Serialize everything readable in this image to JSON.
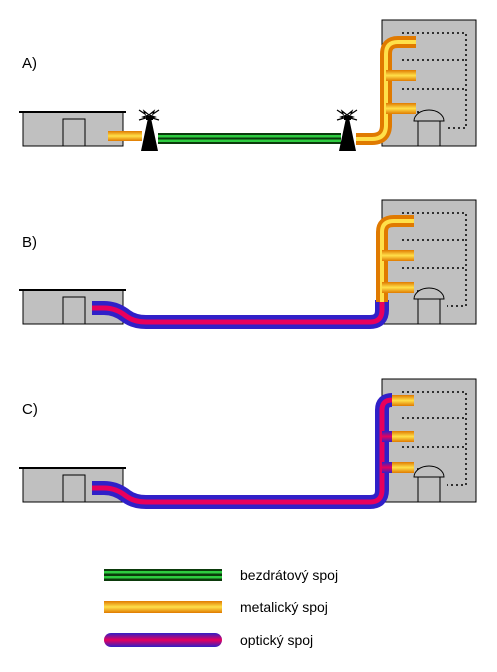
{
  "panels": [
    {
      "label": "A)"
    },
    {
      "label": "B)"
    },
    {
      "label": "C)"
    }
  ],
  "legend": [
    {
      "label": "bezdrátový spoj",
      "kind": "wireless"
    },
    {
      "label": "metalický spoj",
      "kind": "metallic"
    },
    {
      "label": "optický spoj",
      "kind": "optical"
    }
  ],
  "colors": {
    "building_fill": "#c0c0c0",
    "wireless": [
      "#0a3d0a",
      "#2ecc40",
      "#0a3d0a"
    ],
    "metallic": [
      "#ff9900",
      "#ffd400"
    ],
    "optical": [
      "#3b2bbf",
      "#e0005a"
    ]
  }
}
